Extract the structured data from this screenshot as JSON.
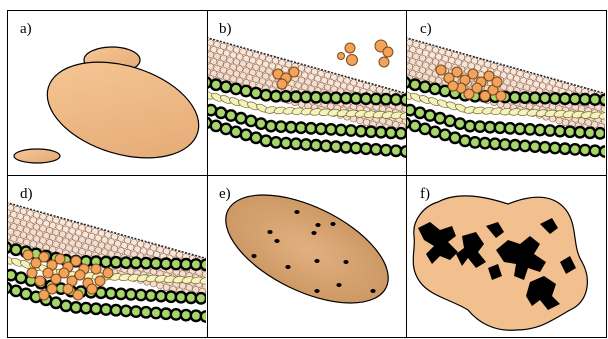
{
  "figure": {
    "panels": [
      {
        "id": "a",
        "label": "a)"
      },
      {
        "id": "b",
        "label": "b)"
      },
      {
        "id": "c",
        "label": "c)"
      },
      {
        "id": "d",
        "label": "d)"
      },
      {
        "id": "e",
        "label": "e)"
      },
      {
        "id": "f",
        "label": "f)"
      }
    ]
  },
  "colors": {
    "tan": "#f5c08f",
    "tan_dark": "#e8ad78",
    "orange": "#f2a25a",
    "green": "#a6d66a",
    "cream": "#f6f2bf",
    "pink": "#f6dccb",
    "seed_fill": "#d8a36f",
    "black": "#000000"
  }
}
